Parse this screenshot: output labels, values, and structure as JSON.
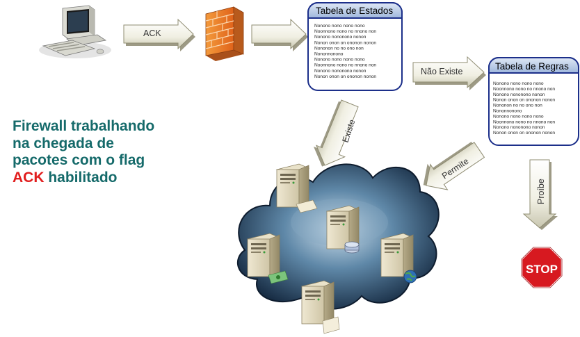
{
  "heading": {
    "line1": "Firewall trabalhando",
    "line2": "na chegada de",
    "line3": "pacotes com o flag",
    "line4_highlight": "ACK",
    "line4_rest": " habilitado"
  },
  "arrows": {
    "ack": "ACK",
    "nao_existe": "Não Existe",
    "existe": "Existe",
    "permite": "Permite",
    "proibe": "Proíbe"
  },
  "state_table": {
    "title": "Tabela de Estados",
    "lines": [
      "Nonono nono nono nono",
      "Noonnono nono no nnono non",
      "Nonono nononono nonon",
      "Nonon onon on ononon nonon",
      "Nononon no no ono non",
      "Nononnonono",
      "Nonono nono nono nono",
      "Noonnono nono no nnono non",
      "Nonono nononono nonon",
      "Nonon onon on ononon nonon"
    ]
  },
  "rules_table": {
    "title": "Tabela de Regras",
    "lines": [
      "Nonono nono nono nono",
      "Noonnono nono no nnono non",
      "Nonono nononono nonon",
      "Nonon onon on ononon nonon",
      "Nononon no no ono non",
      "Nononnonono",
      "Nonono nono nono nono",
      "Noonnono nono no nnono non",
      "Nonono nononono nonon",
      "Nonon onon on ononon nonon"
    ]
  },
  "stop_sign": "STOP",
  "colors": {
    "title": "#156a6a",
    "highlight": "#e11d1d",
    "table_border": "#1c2f8a",
    "table_header": "#b8cbe6",
    "arrow_fill": "#f4f3e8",
    "stop_red": "#d71920"
  }
}
